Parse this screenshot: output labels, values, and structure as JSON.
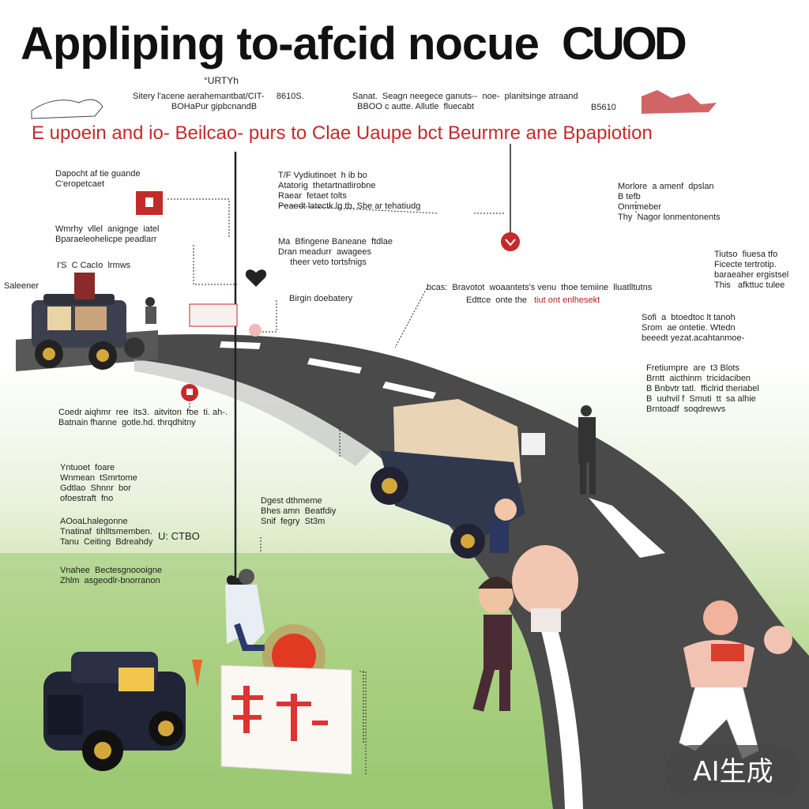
{
  "header": {
    "title": "Appliping to-afcid nocue",
    "title_logo": "CUOD",
    "top_tag": "°URTYh",
    "subtitle": "E upoein and io- Beilcao- purs  to  Clae Uaupe bct   Beurmre ane Bpapiotion"
  },
  "notes": [
    {
      "text": "Sitery l'acene aerahemantbat/CIT-     8610S.\n                BOHaPur gipbcnandB",
      "color": "dark"
    },
    {
      "text": "Sanat.  Seagn neegece ganuts--  noe-  planitsinge atraand\n  BBOO c autte. Allutle  fluecabt",
      "color": "dark"
    },
    {
      "text": "B5610",
      "color": "dark"
    },
    {
      "text": "Dapocht af tie guande\nC'eropetcaet",
      "color": "dark"
    },
    {
      "text": "T/F Vydiutinoet  h ib bo\nAtatorig  thetartnatlirobne\nRaear  fetaet tolts\nPeaedt latectk lg tb. Sbe ar tehatiudg",
      "color": "dark"
    },
    {
      "text": "Morlore  a amenf  dpslan\nB tefb\nOnmmeber\nThy  Nagor lonmentonents",
      "color": "dark"
    },
    {
      "text": "Wmrhy  vllel  anignge  iatel\nBparaeleohelicpe peadlarr",
      "color": "dark"
    },
    {
      "text": "Saleener",
      "color": "dark"
    },
    {
      "text": "I'S  C CacIo  lrmws",
      "color": "dark"
    },
    {
      "text": "Ma  Bfingene Baneane  ftdlae\nDran meadurr  awagees\n     theer veto tortsfnigs",
      "color": "dark"
    },
    {
      "text": "Tiutso  fiuesa tfo\nFicecte tertrotip.\nbaraeaher ergistsel\nThis   afkttuc tulee",
      "color": "dark"
    },
    {
      "text": "Birgin doebatery",
      "color": "dark"
    },
    {
      "text": "bcas:  Bravotot  woaantets's venu  thoe temiine  lluatlltutns",
      "color": "dark"
    },
    {
      "text": "Edttce  onte the",
      "color": "dark"
    },
    {
      "text": "tiut ont enlhesekt",
      "color": "red"
    },
    {
      "text": "Sofi  a  btoedtoc lt tanoh\nSrom  ae ontetie. Wtedn\nbeeedt yezat.acahtanmoe-",
      "color": "dark"
    },
    {
      "text": "Coedr aiqhmr  ree  its3.  aitviton  foe  ti. ah-.\nBatnain fhanne  gotle.hd. thrqdhitny",
      "color": "dark"
    },
    {
      "text": "Fretiumpre  are  t3 Blots\nBrntt  aicthinm  tricidaciben\nB Bnbvtr tatl.  fficlrid theriabel\nB  uuhvil f  Smuti  tt  sa alhie\nBrntoadf  soqdrewvs",
      "color": "dark"
    },
    {
      "text": "Yntuoet  foare\nWnmean  tSmrtome\nGdtlao  Shnnr  bor\nofoestraft  fno",
      "color": "dark"
    },
    {
      "text": "Dgest dthmeme\nBhes amn  Beatfdiy\nSnif  fegry  St3m",
      "color": "dark"
    },
    {
      "text": "AOoaLhalegonne\nTnatinaf  tihlltsmemben.\nTanu  Ceiting  Bdreahdy",
      "color": "dark"
    },
    {
      "text": "U: CTBO",
      "color": "dark"
    },
    {
      "text": "Vnahee  Bectesgnoooigne\nZhlm  asgeodlr-bnorranon",
      "color": "dark"
    }
  ],
  "badge": {
    "label": "AI生成"
  },
  "colors": {
    "accent": "#c42a2a",
    "road": "#454545",
    "grass": "#98c66e",
    "ink": "#111111"
  }
}
